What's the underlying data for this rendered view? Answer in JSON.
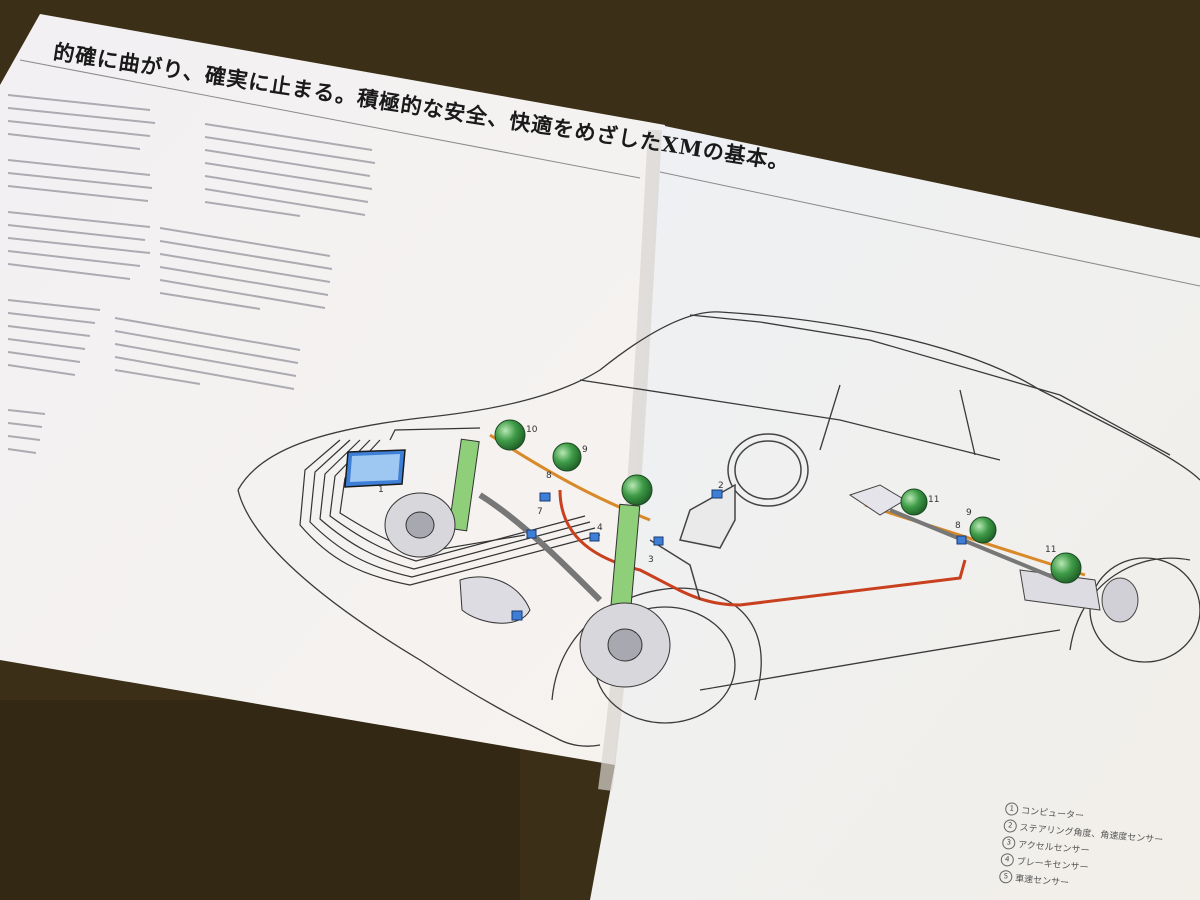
{
  "headline": "的確に曲がり、確実に止まる。積極的な安全、快適をめざしたXMの基本。",
  "callouts": [
    "1",
    "2",
    "3",
    "4",
    "7",
    "8",
    "9",
    "10",
    "8",
    "9",
    "11",
    "11"
  ],
  "legend": [
    {
      "num": "1",
      "text": "コンピューター"
    },
    {
      "num": "2",
      "text": "ステアリング角度、角速度センサー"
    },
    {
      "num": "3",
      "text": "アクセルセンサー"
    },
    {
      "num": "4",
      "text": "ブレーキセンサー"
    },
    {
      "num": "5",
      "text": "車速センサー"
    }
  ],
  "colors": {
    "table": "#3b2f17",
    "paper": "#f4f1ee",
    "hydraulic_line": "#c8401e",
    "sphere": "#2f8a3a",
    "sensor": "#3d7fd6"
  }
}
